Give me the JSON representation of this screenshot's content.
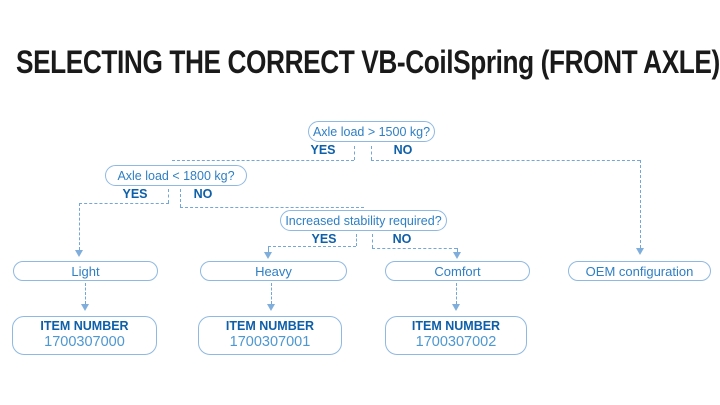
{
  "title": "SELECTING THE CORRECT VB-CoilSpring (FRONT AXLE)",
  "flowchart": {
    "decisions": [
      {
        "question": "Axle load > 1500 kg?",
        "yes": "YES",
        "no": "NO"
      },
      {
        "question": "Axle load < 1800 kg?",
        "yes": "YES",
        "no": "NO"
      },
      {
        "question": "Increased stability required?",
        "yes": "YES",
        "no": "NO"
      }
    ],
    "outcomes": [
      {
        "label": "Light",
        "item_label": "ITEM NUMBER",
        "item_number": "1700307000"
      },
      {
        "label": "Heavy",
        "item_label": "ITEM NUMBER",
        "item_number": "1700307001"
      },
      {
        "label": "Comfort",
        "item_label": "ITEM NUMBER",
        "item_number": "1700307002"
      },
      {
        "label": "OEM configuration"
      }
    ]
  },
  "colors": {
    "title_text": "#1a1a1a",
    "question_text": "#2e7fc4",
    "yes_no_text": "#0d5fa9",
    "item_label_text": "#0d5fa9",
    "item_number_text": "#4e97d1",
    "box_border": "#8fb9e2",
    "connector": "#74a7d8",
    "background": "#ffffff"
  }
}
